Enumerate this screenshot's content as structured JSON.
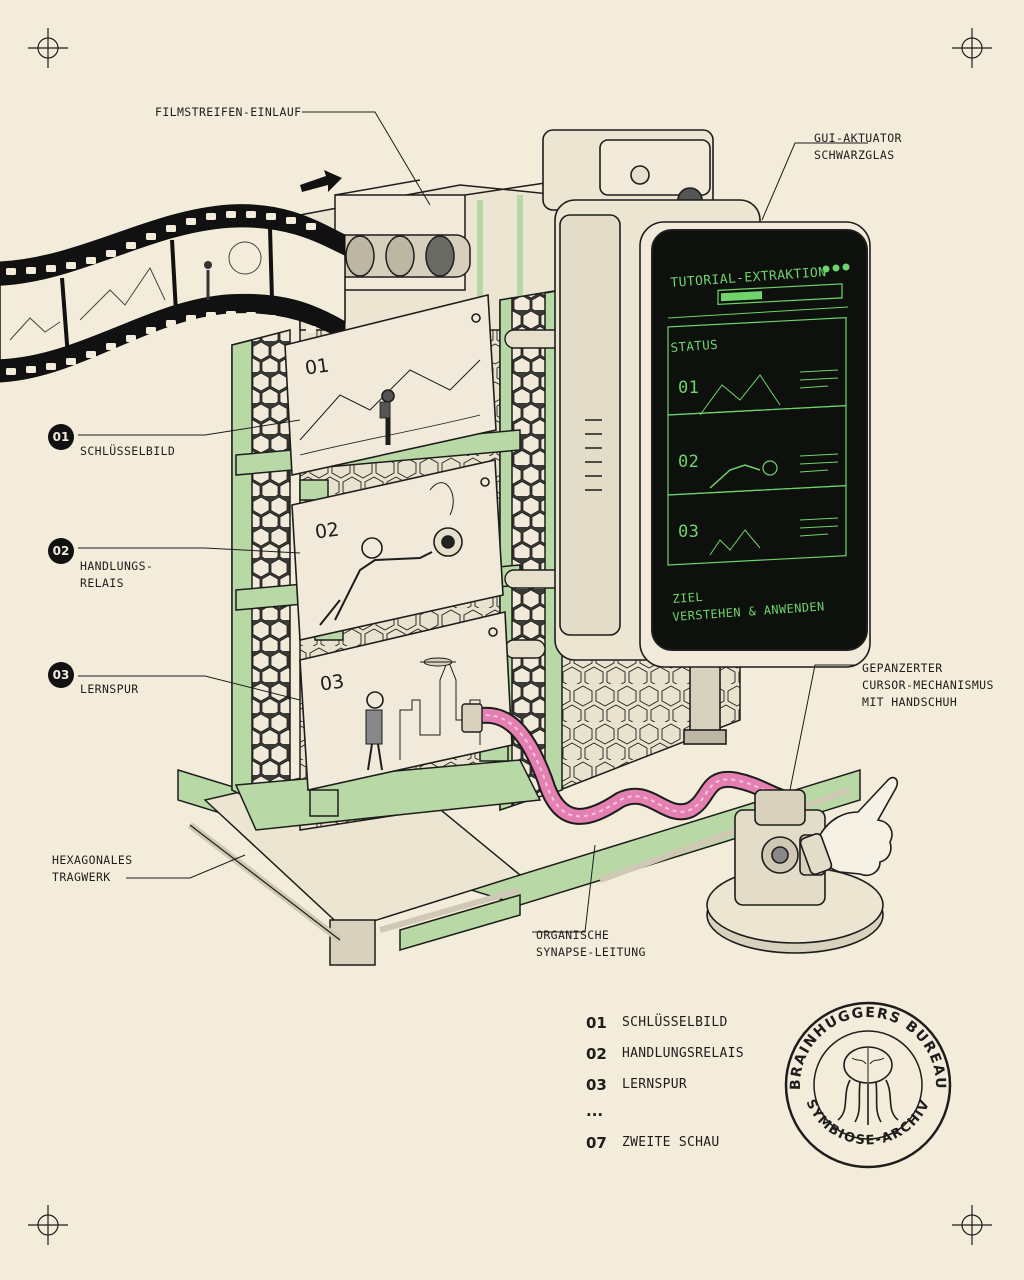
{
  "callouts": {
    "film_inlet": "FILMSTREIFEN-EINLAUF",
    "gui_actuator": "GUI-AKTUATOR\nSCHWARZGLAS",
    "cursor_mechanism": "GEPANZERTER\nCURSOR-MECHANISMUS\nMIT HANDSCHUH",
    "hex_frame": "HEXAGONALES\nTRAGWERK",
    "synapse": "ORGANISCHE\nSYNAPSE-LEITUNG"
  },
  "side_labels": [
    {
      "num": "01",
      "text": "SCHLÜSSELBILD"
    },
    {
      "num": "02",
      "text": "HANDLUNGS-\nRELAIS"
    },
    {
      "num": "03",
      "text": "LERNSPUR"
    }
  ],
  "panels": [
    "01",
    "02",
    "03"
  ],
  "screen": {
    "title": "TUTORIAL-EXTRAKTION",
    "status_label": "STATUS",
    "status_progress": 0.35,
    "rows": [
      "01",
      "02",
      "03"
    ],
    "goal_line1": "ZIEL",
    "goal_line2": "VERSTEHEN & ANWENDEN"
  },
  "legend": [
    {
      "num": "01",
      "text": "SCHLÜSSELBILD"
    },
    {
      "num": "02",
      "text": "HANDLUNGSRELAIS"
    },
    {
      "num": "03",
      "text": "LERNSPUR"
    },
    {
      "num": "...",
      "text": ""
    },
    {
      "num": "07",
      "text": "ZWEITE SCHAU"
    }
  ],
  "stamp": {
    "top_text": "BRAINHUGGERS BUREAU",
    "bottom_text": "SYMBIOSE-ARCHIV"
  },
  "colors": {
    "paper": "#f3ecdb",
    "ink": "#1d1d1b",
    "frame_green": "#b8d9a6",
    "screen_black": "#0d100d",
    "screen_green": "#6fd46b",
    "cable_pink": "#e47fb2"
  }
}
